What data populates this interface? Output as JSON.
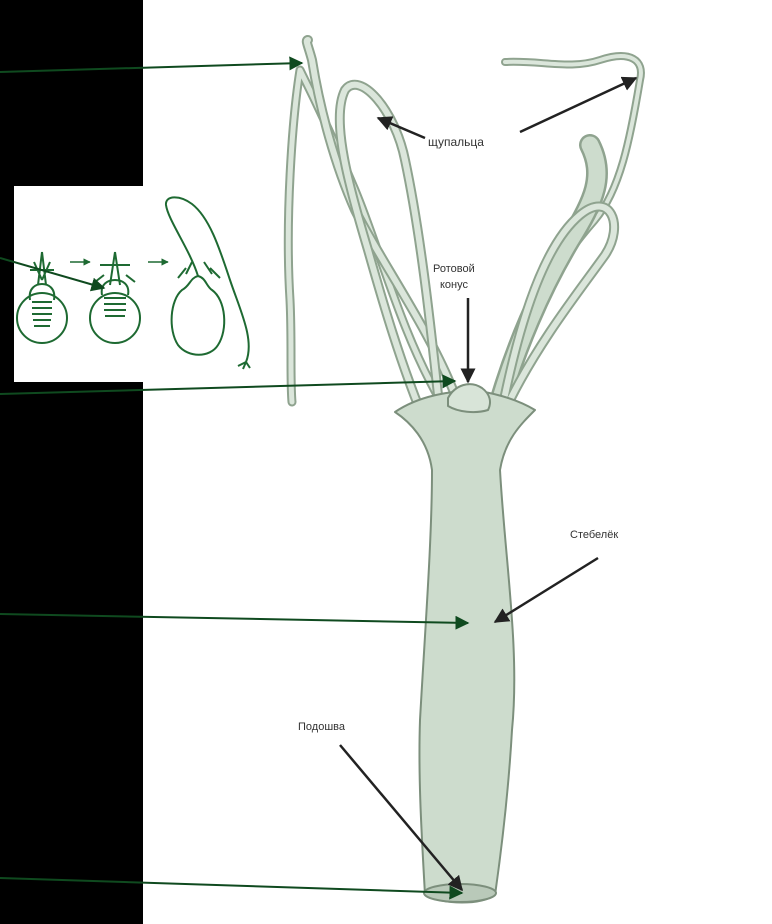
{
  "labels": {
    "tentacles": "щупальца",
    "mouth_cone": "Ротовой конус",
    "mouth_cone_line1": "Ротовой",
    "mouth_cone_line2": "конус",
    "stalk": "Стебелёк",
    "sole": "Подошва"
  },
  "colors": {
    "background": "#000000",
    "panel": "#ffffff",
    "body_fill": "#cddccd",
    "body_stroke": "#7c8f7c",
    "arrow_green": "#0f4a1f",
    "inset_green": "#1e6a32",
    "label_text": "#333333"
  },
  "inset": {
    "stages": 3,
    "stage_arrows": "→"
  }
}
